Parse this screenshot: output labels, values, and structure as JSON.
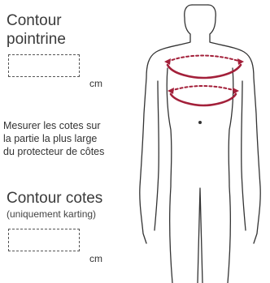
{
  "chest": {
    "title_line1": "Contour",
    "title_line2": "pointrine",
    "unit": "cm",
    "value": ""
  },
  "note": {
    "line1": "Mesurer les cotes sur",
    "line2": "la partie la plus large",
    "line3": "du protecteur de côtes"
  },
  "ribs": {
    "title": "Contour cotes",
    "subtitle": "(uniquement karting)",
    "unit": "cm",
    "value": ""
  },
  "colors": {
    "accent": "#a3203a",
    "outline": "#333333"
  },
  "icons": {
    "figure": "body-silhouette-icon"
  }
}
